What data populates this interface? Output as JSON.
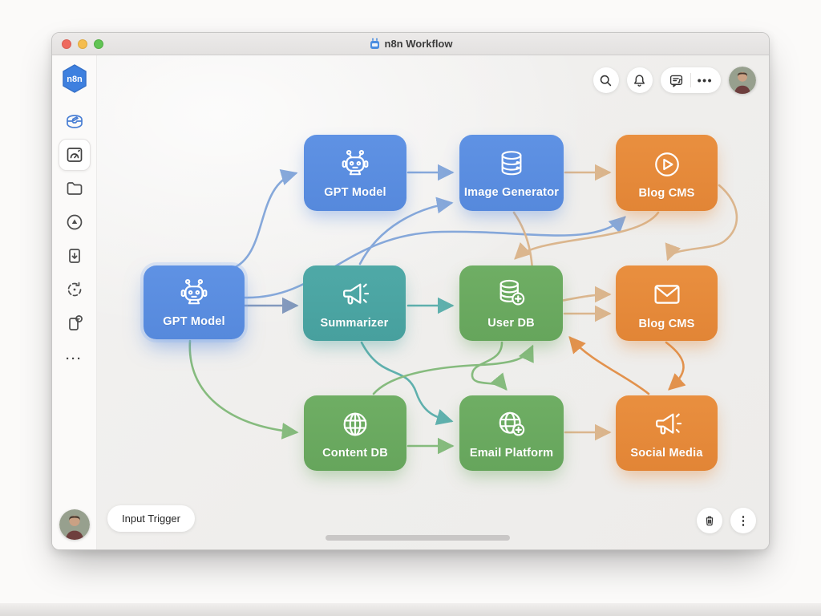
{
  "window": {
    "title": "n8n Workflow",
    "traffic_lights": [
      "close",
      "minimize",
      "zoom"
    ]
  },
  "sidebar": {
    "logo_text": "n8n",
    "items": [
      {
        "name": "inbox-compose",
        "selected": false
      },
      {
        "name": "dashboard-gauge",
        "selected": true
      },
      {
        "name": "folder",
        "selected": false
      },
      {
        "name": "upload-circle",
        "selected": false
      },
      {
        "name": "file-import",
        "selected": false
      },
      {
        "name": "sync",
        "selected": false
      },
      {
        "name": "device-badge",
        "selected": false
      }
    ],
    "more_glyph": "···"
  },
  "topbar": {
    "buttons": [
      "search",
      "notifications",
      "messages",
      "more"
    ],
    "more_glyph": "•••"
  },
  "canvas": {
    "nodes": [
      {
        "id": "gpt-model-top",
        "label": "GPT Model",
        "color": "#5689dc",
        "icon": "robot-icon"
      },
      {
        "id": "image-generator",
        "label": "Image Generator",
        "color": "#5689dc",
        "icon": "database-icon"
      },
      {
        "id": "blog-cms-top",
        "label": "Blog CMS",
        "color": "#e28536",
        "icon": "play-circle-icon"
      },
      {
        "id": "gpt-model-left",
        "label": "GPT Model",
        "color": "#5689dc",
        "icon": "robot-icon"
      },
      {
        "id": "summarizer",
        "label": "Summarizer",
        "color": "#47a09e",
        "icon": "megaphone-icon"
      },
      {
        "id": "user-db",
        "label": "User DB",
        "color": "#66a55c",
        "icon": "database-plus-icon"
      },
      {
        "id": "blog-cms-mid",
        "label": "Blog CMS",
        "color": "#e28536",
        "icon": "envelope-icon"
      },
      {
        "id": "content-db",
        "label": "Content DB",
        "color": "#66a55c",
        "icon": "globe-icon"
      },
      {
        "id": "email-platform",
        "label": "Email Platform",
        "color": "#66a55c",
        "icon": "globe-plus-icon"
      },
      {
        "id": "social-media",
        "label": "Social Media",
        "color": "#e28536",
        "icon": "megaphone-icon"
      }
    ],
    "connections": [
      {
        "from": "gpt-model-left",
        "to": "gpt-model-top",
        "color": "#86a8da"
      },
      {
        "from": "gpt-model-top",
        "to": "image-generator",
        "color": "#86a8da"
      },
      {
        "from": "summarizer",
        "to": "image-generator",
        "color": "#86a8da"
      },
      {
        "from": "gpt-model-left",
        "to": "blog-cms-top",
        "color": "#86a8da"
      },
      {
        "from": "gpt-model-left",
        "to": "summarizer",
        "color": "#8399bd"
      },
      {
        "from": "summarizer",
        "to": "user-db",
        "color": "#5fb0ad"
      },
      {
        "from": "summarizer",
        "to": "email-platform",
        "color": "#5fb0ad"
      },
      {
        "from": "gpt-model-left",
        "to": "content-db",
        "color": "#86bb7e"
      },
      {
        "from": "content-db",
        "to": "email-platform",
        "color": "#86bb7e"
      },
      {
        "from": "user-db",
        "to": "email-platform",
        "color": "#86bb7e"
      },
      {
        "from": "content-db",
        "to": "user-db",
        "color": "#86bb7e"
      },
      {
        "from": "image-generator",
        "to": "blog-cms-top",
        "color": "#dbb68e"
      },
      {
        "from": "blog-cms-top",
        "to": "user-db",
        "color": "#dbb68e"
      },
      {
        "from": "image-generator",
        "to": "blog-cms-mid",
        "color": "#dbb68e"
      },
      {
        "from": "user-db",
        "to": "blog-cms-mid",
        "color": "#dbb68e"
      },
      {
        "from": "email-platform",
        "to": "social-media",
        "color": "#dbb68e"
      },
      {
        "from": "blog-cms-top",
        "to": "blog-cms-mid",
        "color": "#dbb68e"
      },
      {
        "from": "social-media",
        "to": "user-db",
        "color": "#e2924d"
      },
      {
        "from": "blog-cms-mid",
        "to": "social-media",
        "color": "#e2924d"
      }
    ]
  },
  "footer": {
    "input_trigger_label": "Input Trigger",
    "actions": [
      "delete",
      "more"
    ],
    "kebab_glyph": "⋮"
  },
  "colors": {
    "node_blue": "#5689dc",
    "node_teal": "#47a09e",
    "node_green": "#66a55c",
    "node_orange": "#e28536",
    "edge_blue": "#86a8da",
    "edge_steel": "#8399bd",
    "edge_teal": "#5fb0ad",
    "edge_green": "#86bb7e",
    "edge_tan": "#dbb68e",
    "edge_orange": "#e2924d",
    "canvas_bg": "#f1f0ef",
    "titlebar_bg": "#e9e7e6"
  }
}
